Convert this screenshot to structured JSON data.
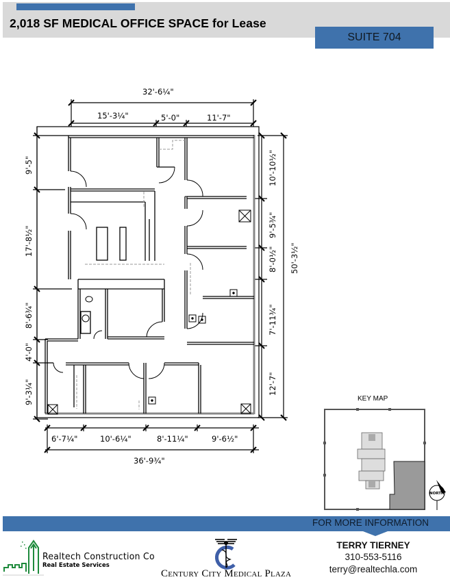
{
  "header": {
    "title": "2,018 SF MEDICAL OFFICE SPACE for Lease",
    "suite": "SUITE 704",
    "accent_color": "#3f72ac",
    "band_color": "#d9d9d9"
  },
  "floorplan": {
    "dimensions_top": {
      "overall": "32'-6¼\"",
      "segments": [
        "15'-3¼\"",
        "5'-0\"",
        "11'-7\""
      ]
    },
    "dimensions_left": [
      "9'-5\"",
      "17'-8½\"",
      "8'-6¾\"",
      "4'-0\"",
      "9'-3¼\""
    ],
    "dimensions_right": {
      "segments": [
        "10'-10½\"",
        "9'-5¾\"",
        "8'-0½\"",
        "7'-11¾\"",
        "12'-7\""
      ],
      "overall": "50'-3½\""
    },
    "dimensions_bottom": {
      "segments": [
        "6'-7¼\"",
        "10'-6¼\"",
        "8'-11¼\"",
        "9'-6½\""
      ],
      "overall": "36'-9¾\""
    }
  },
  "key_map": {
    "label": "KEY MAP",
    "north_label": "NORTH",
    "highlight_color": "#9a9a9a"
  },
  "footer": {
    "info_label": "FOR MORE INFORMATION",
    "realtech": {
      "name": "Realtech Construction Co",
      "subtitle": "Real Estate Services",
      "logo_color": "#1e8a3c"
    },
    "ccmp": {
      "name": "Century City Medical Plaza",
      "logo_color": "#3f5fa8"
    },
    "contact": {
      "name": "TERRY TIERNEY",
      "phone": "310-553-5116",
      "email": "terry@realtechla.com"
    }
  }
}
